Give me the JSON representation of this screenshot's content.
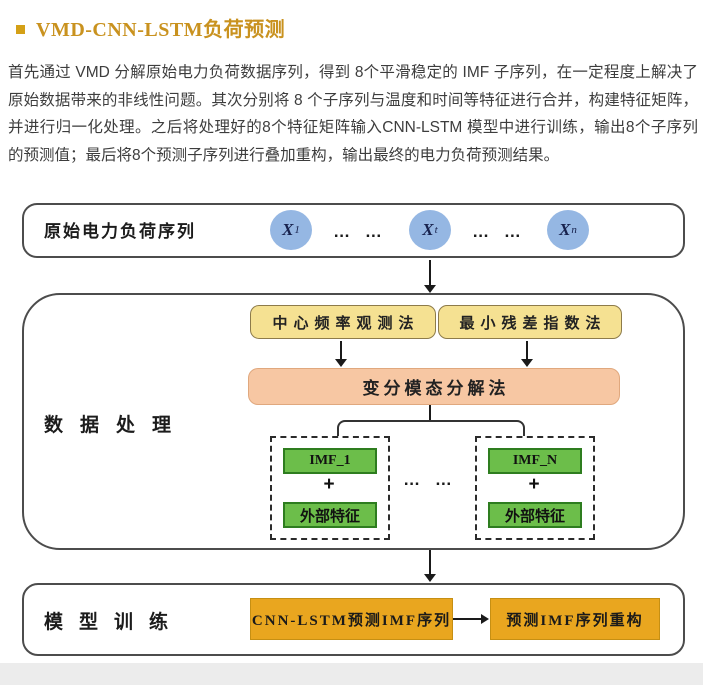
{
  "page": {
    "title": "VMD-CNN-LSTM负荷预测",
    "paragraph": "首先通过 VMD 分解原始电力负荷数据序列，得到 8个平滑稳定的 IMF 子序列，在一定程度上解决了原始数据带来的非线性问题。其次分别将 8 个子序列与温度和时间等特征进行合并，构建特征矩阵，并进行归一化处理。之后将处理好的8个特征矩阵输入CNN-LSTM 模型中进行训练，输出8个子序列的预测值；最后将8个预测子序列进行叠加重构，输出最终的电力负荷预测结果。"
  },
  "diagram": {
    "stage1": {
      "label": "原始电力负荷序列",
      "nodes": [
        {
          "base": "X",
          "sub": "1"
        },
        {
          "base": "X",
          "sub": "t"
        },
        {
          "base": "X",
          "sub": "n"
        }
      ],
      "ellipsis": "… …"
    },
    "stage2": {
      "label": "数据处理",
      "method1": "中心频率观测法",
      "method2": "最小残差指数法",
      "vmd": "变分模态分解法",
      "group1": {
        "imf": "IMF_1",
        "plus": "+",
        "feature": "外部特征"
      },
      "group2": {
        "imf": "IMF_N",
        "plus": "+",
        "feature": "外部特征"
      },
      "ellipsis": "… …"
    },
    "stage3": {
      "label": "模型训练",
      "predict": "CNN-LSTM预测IMF序列",
      "reconstruct": "预测IMF序列重构"
    }
  },
  "colors": {
    "title-gold": "#C9921F",
    "bullet-gold": "#D4A017",
    "node-blue": "#95B7E3",
    "box-yellow": "#F5E192",
    "box-salmon": "#F7C7A3",
    "box-green": "#6CBE4A",
    "green-border": "#2E7D1F",
    "box-amber": "#E9A61F",
    "outline-gray": "#4C4C4C",
    "footer-gray": "#ECECEC"
  }
}
